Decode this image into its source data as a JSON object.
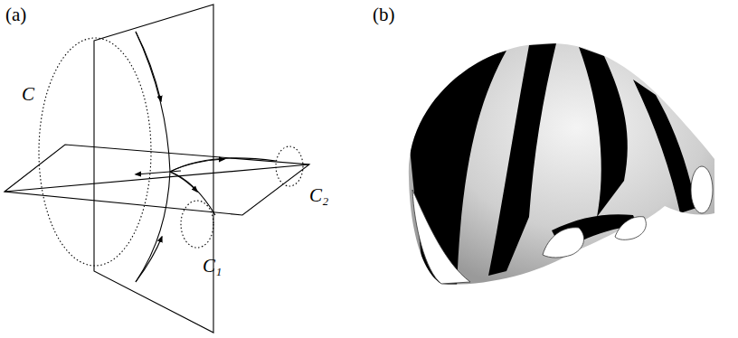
{
  "diagram": {
    "labels": [
      "(a)",
      "(b)",
      "C",
      "C₁",
      "C₂"
    ]
  }
}
